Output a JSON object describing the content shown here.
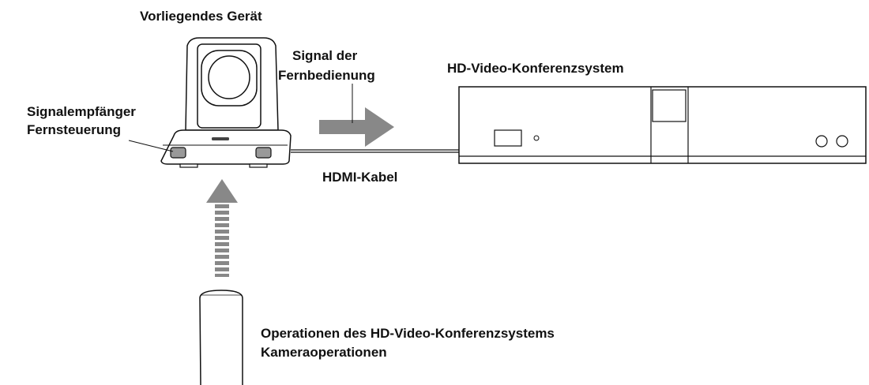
{
  "labels": {
    "device": "Vorliegendes Gerät",
    "remote_signal_line1": "Signal der",
    "remote_signal_line2": "Fernbedienung",
    "receiver_line1": "Signalempfänger",
    "receiver_line2": "Fernsteuerung",
    "system": "HD-Video-Konferenzsystem",
    "cable": "HDMI-Kabel",
    "operations_line1": "Operationen des HD-Video-Konferenzsystems",
    "operations_line2": "Kameraoperationen"
  },
  "colors": {
    "line": "#111111",
    "arrow": "#888888",
    "device_fill": "#ffffff"
  }
}
